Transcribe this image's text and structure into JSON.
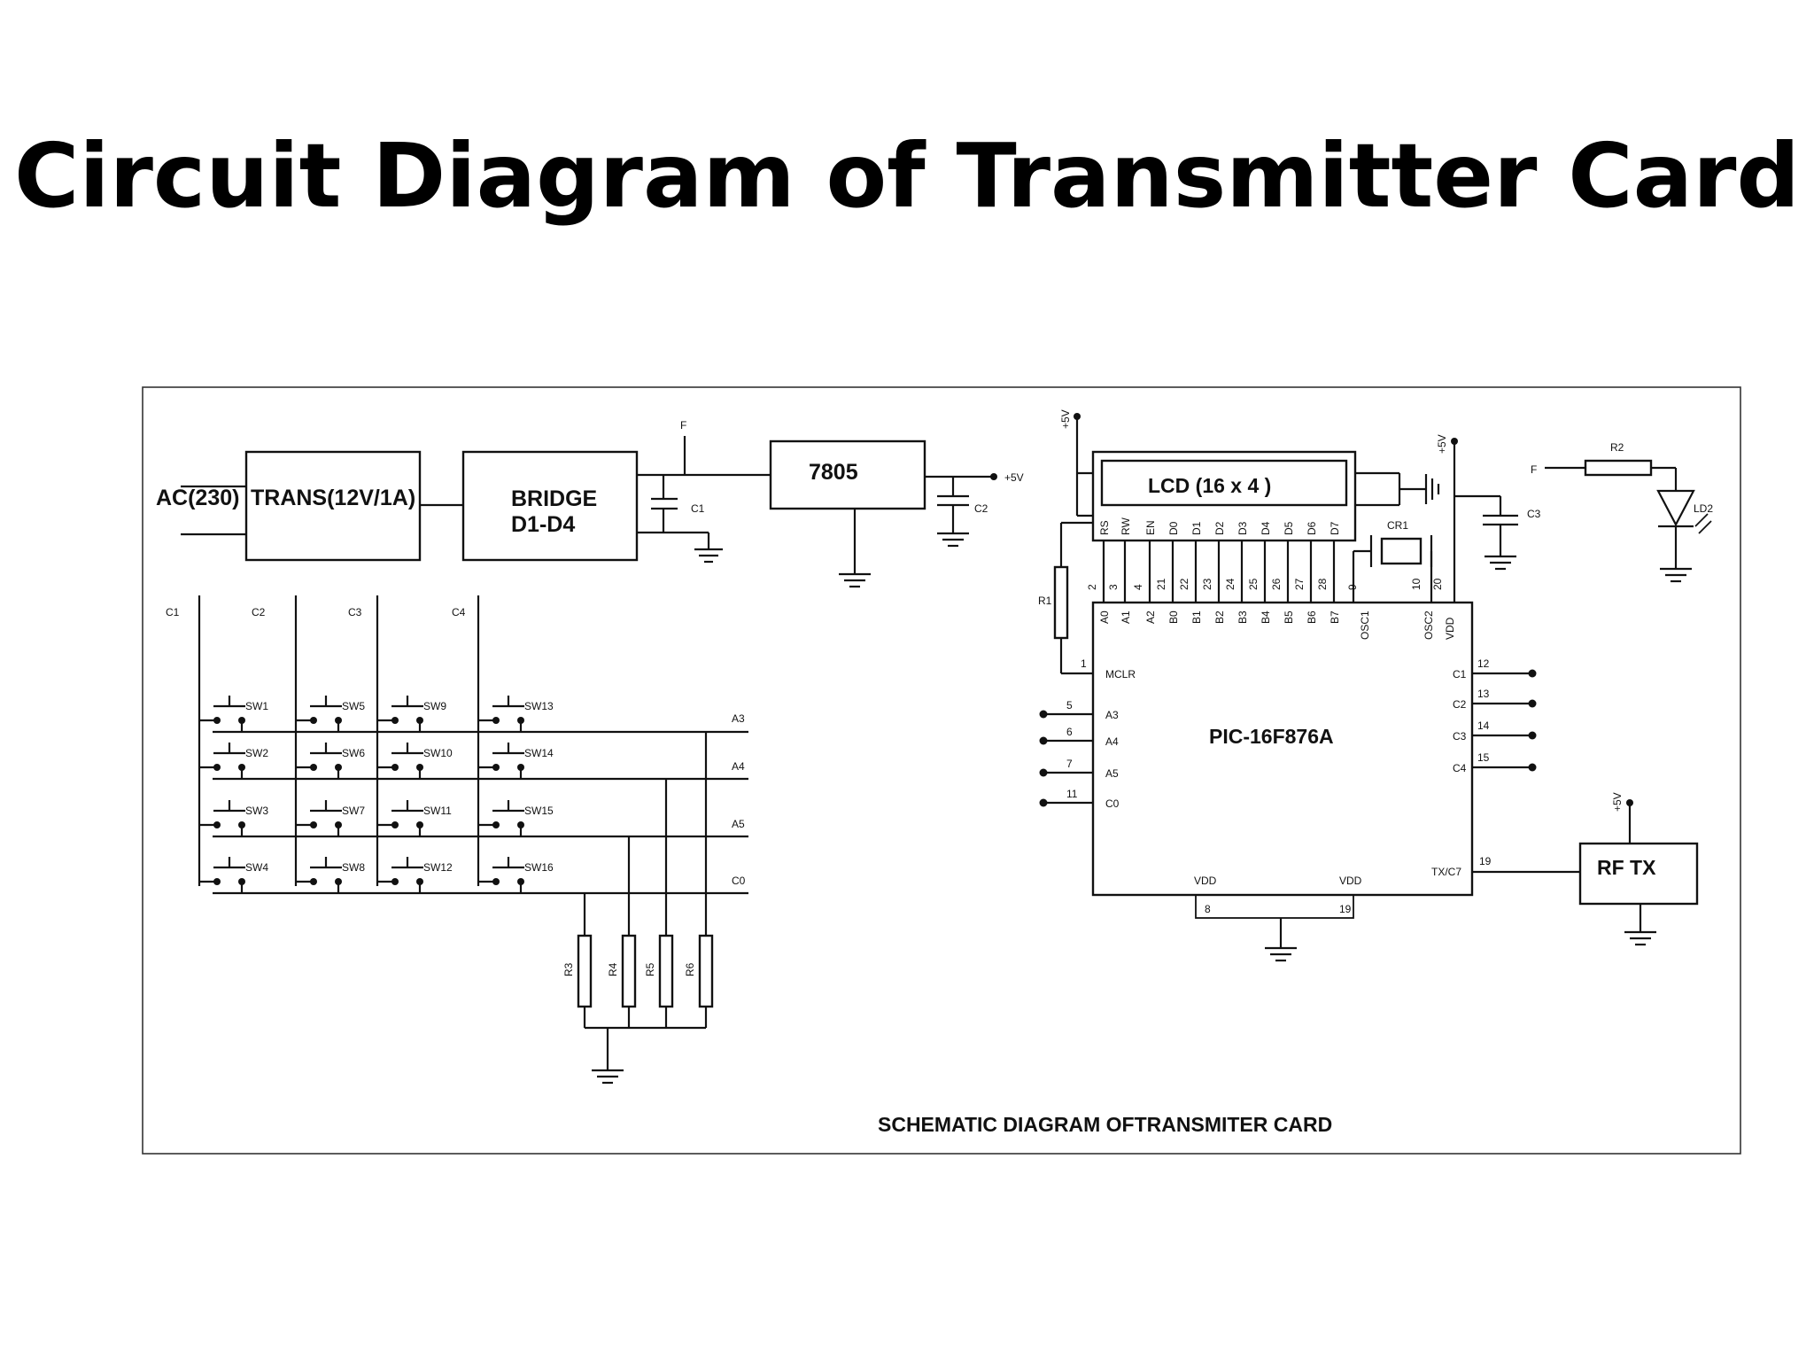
{
  "title": "Circuit Diagram of Transmitter Card",
  "caption": "SCHEMATIC DIAGRAM OFTRANSMITER  CARD",
  "power": {
    "ac": "AC(230)",
    "trans": "TRANS(12V/1A)",
    "bridge_1": "BRIDGE",
    "bridge_2": "D1-D4",
    "regulator": "7805",
    "c1": "C1",
    "c2": "C2",
    "f": "F",
    "v5": "+5V"
  },
  "lcd": {
    "label": "LCD  (16 x 4 )",
    "pins": [
      "RS",
      "RW",
      "EN",
      "D0",
      "D1",
      "D2",
      "D3",
      "D4",
      "D5",
      "D6",
      "D7"
    ],
    "vcc": "+5V",
    "c3": "C3",
    "cr1": "CR1"
  },
  "mcu": {
    "label": "PIC-16F876A",
    "top_pins": [
      "A0",
      "A1",
      "A2",
      "B0",
      "B1",
      "B2",
      "B3",
      "B4",
      "B5",
      "B6",
      "B7",
      "OSC1",
      "OSC2",
      "VDD"
    ],
    "top_nums": [
      "2",
      "3",
      "4",
      "21",
      "22",
      "23",
      "24",
      "25",
      "26",
      "27",
      "28",
      "9",
      "10",
      "20"
    ],
    "mclr": "MCLR",
    "mclr_num": "1",
    "left_pins": [
      "A3",
      "A4",
      "A5",
      "C0"
    ],
    "left_nums": [
      "5",
      "6",
      "7",
      "11"
    ],
    "right_pins": [
      "C1",
      "C2",
      "C3",
      "C4"
    ],
    "right_nums": [
      "12",
      "13",
      "14",
      "15"
    ],
    "tx_pin": "TX/C7",
    "tx_num": "19",
    "bottom_pins": [
      "VDD",
      "VDD"
    ],
    "bottom_nums": [
      "8",
      "19"
    ],
    "r1": "R1"
  },
  "led": {
    "f": "F",
    "r2": "R2",
    "ld2": "LD2"
  },
  "rf": {
    "label": "RF TX",
    "vcc": "+5V"
  },
  "keypad": {
    "cols": [
      "C1",
      "C2",
      "C3",
      "C4"
    ],
    "rows": [
      "A3",
      "A4",
      "A5",
      "C0"
    ],
    "switches": [
      [
        "SW1",
        "SW5",
        "SW9",
        "SW13"
      ],
      [
        "SW2",
        "SW6",
        "SW10",
        "SW14"
      ],
      [
        "SW3",
        "SW7",
        "SW11",
        "SW15"
      ],
      [
        "SW4",
        "SW8",
        "SW12",
        "SW16"
      ]
    ],
    "resistors": [
      "R3",
      "R4",
      "R5",
      "R6"
    ]
  }
}
